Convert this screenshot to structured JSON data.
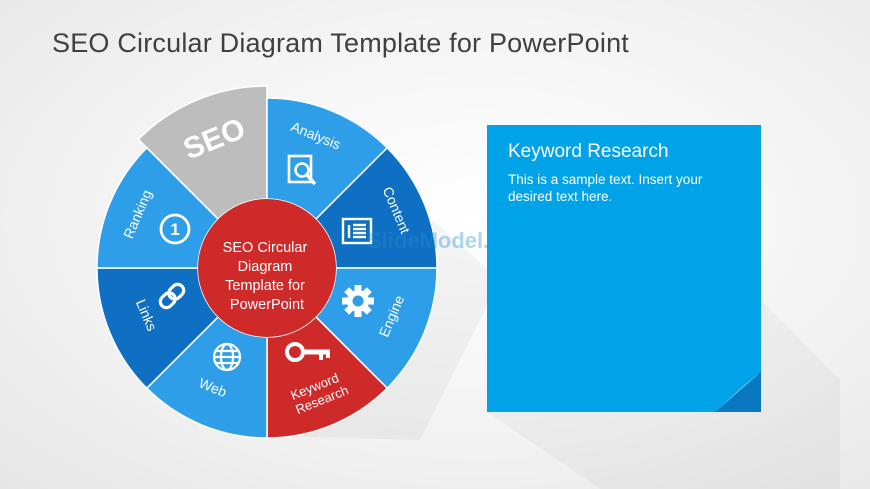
{
  "title": "SEO Circular Diagram Template for PowerPoint",
  "diagram": {
    "center_lines": [
      "SEO Circular",
      "Diagram",
      "Template for",
      "PowerPoint"
    ],
    "segments": [
      {
        "label": "SEO",
        "color": "#bdbdbd",
        "icon": "none"
      },
      {
        "label": "Analysis",
        "color": "#2f9ee8",
        "icon": "magnifier-document-icon"
      },
      {
        "label": "Content",
        "color": "#0f6fc2",
        "icon": "content-page-icon"
      },
      {
        "label": "Engine",
        "color": "#2f9ee8",
        "icon": "gear-icon"
      },
      {
        "label": "Keyword Research",
        "color": "#cf2a2a",
        "icon": "key-icon"
      },
      {
        "label": "Web",
        "color": "#2f9ee8",
        "icon": "globe-icon"
      },
      {
        "label": "Links",
        "color": "#0f6fc2",
        "icon": "chain-link-icon"
      },
      {
        "label": "Ranking",
        "color": "#2f9ee8",
        "icon": "ranking-number-icon"
      }
    ],
    "keyword_lines": [
      "Keyword",
      "Research"
    ],
    "ranking_number": "1",
    "center_color": "#cf2a2a"
  },
  "note": {
    "heading": "Keyword Research",
    "body": "This is a sample text. Insert your desired text here.",
    "color": "#00a2e8"
  },
  "watermark": "SlideModel.com"
}
